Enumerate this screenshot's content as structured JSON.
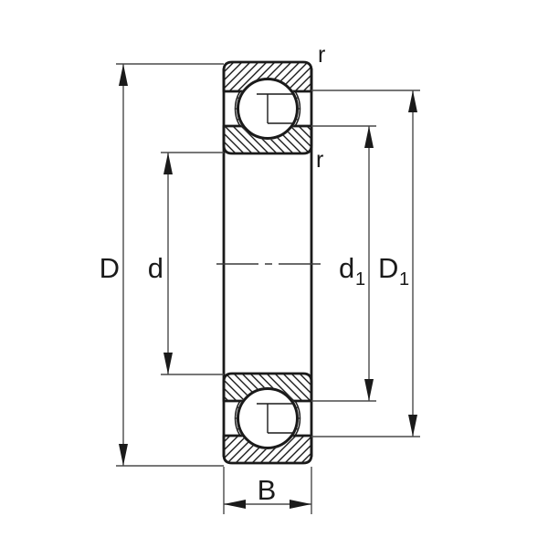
{
  "figure": {
    "labels": {
      "outer_diameter": "D",
      "bore_diameter": "d",
      "inner_shoulder_main": "d",
      "inner_shoulder_sub": "1",
      "outer_shoulder_main": "D",
      "outer_shoulder_sub": "1",
      "width": "B",
      "radius_outer": "r",
      "radius_inner": "r"
    },
    "colors": {
      "outline": "#1a1a1a",
      "dimension_line": "#4a4a4a",
      "background": "#ffffff"
    }
  }
}
